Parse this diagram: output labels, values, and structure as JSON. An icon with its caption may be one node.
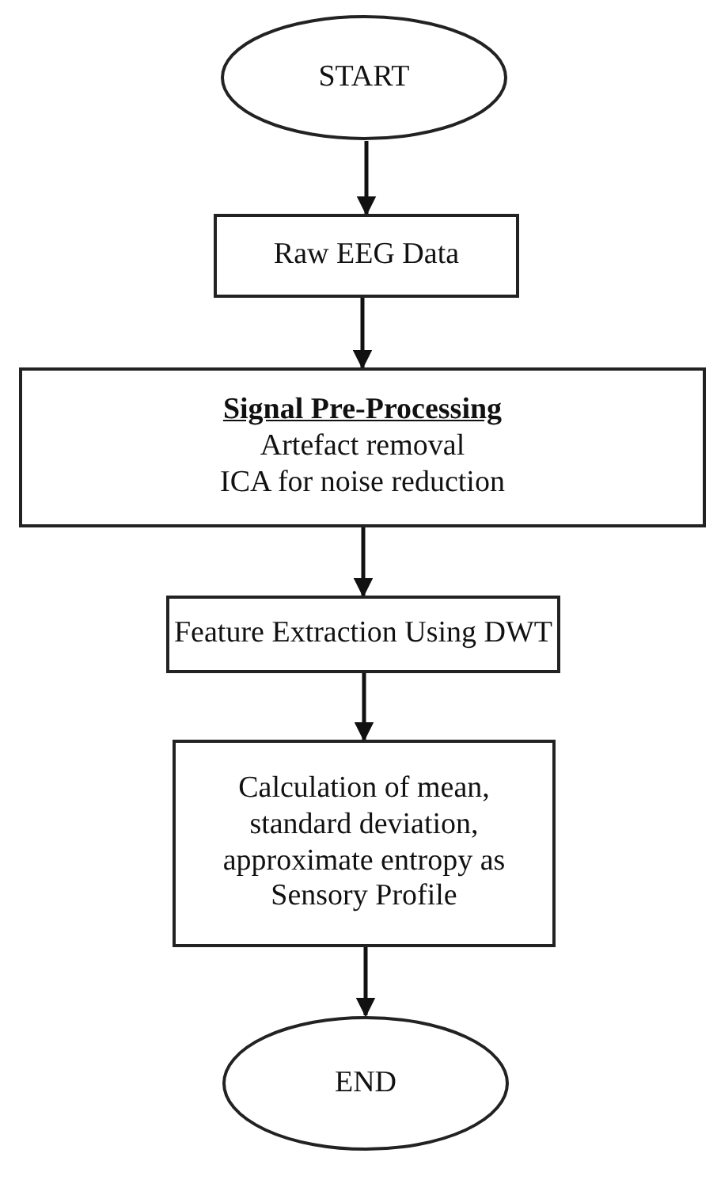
{
  "diagram": {
    "nodes": [
      {
        "text": [
          "START"
        ]
      },
      {
        "text": [
          "Raw EEG Data"
        ]
      },
      {
        "text": [
          "Signal Pre-Processing",
          "Artefact removal",
          "ICA for noise reduction"
        ]
      },
      {
        "text": [
          "Feature Extraction Using DWT"
        ]
      },
      {
        "text": [
          "Calculation of mean, standard deviation, approximate entropy as Sensory Profile"
        ]
      },
      {
        "text": [
          "END"
        ]
      }
    ],
    "edges": [
      {
        "from": 0,
        "to": 1,
        "arrow": "to"
      },
      {
        "from": 1,
        "to": 2,
        "arrow": "to"
      },
      {
        "from": 2,
        "to": 3,
        "arrow": "to"
      },
      {
        "from": 3,
        "to": 4,
        "arrow": "to"
      },
      {
        "from": 4,
        "to": 5,
        "arrow": "to"
      }
    ]
  }
}
